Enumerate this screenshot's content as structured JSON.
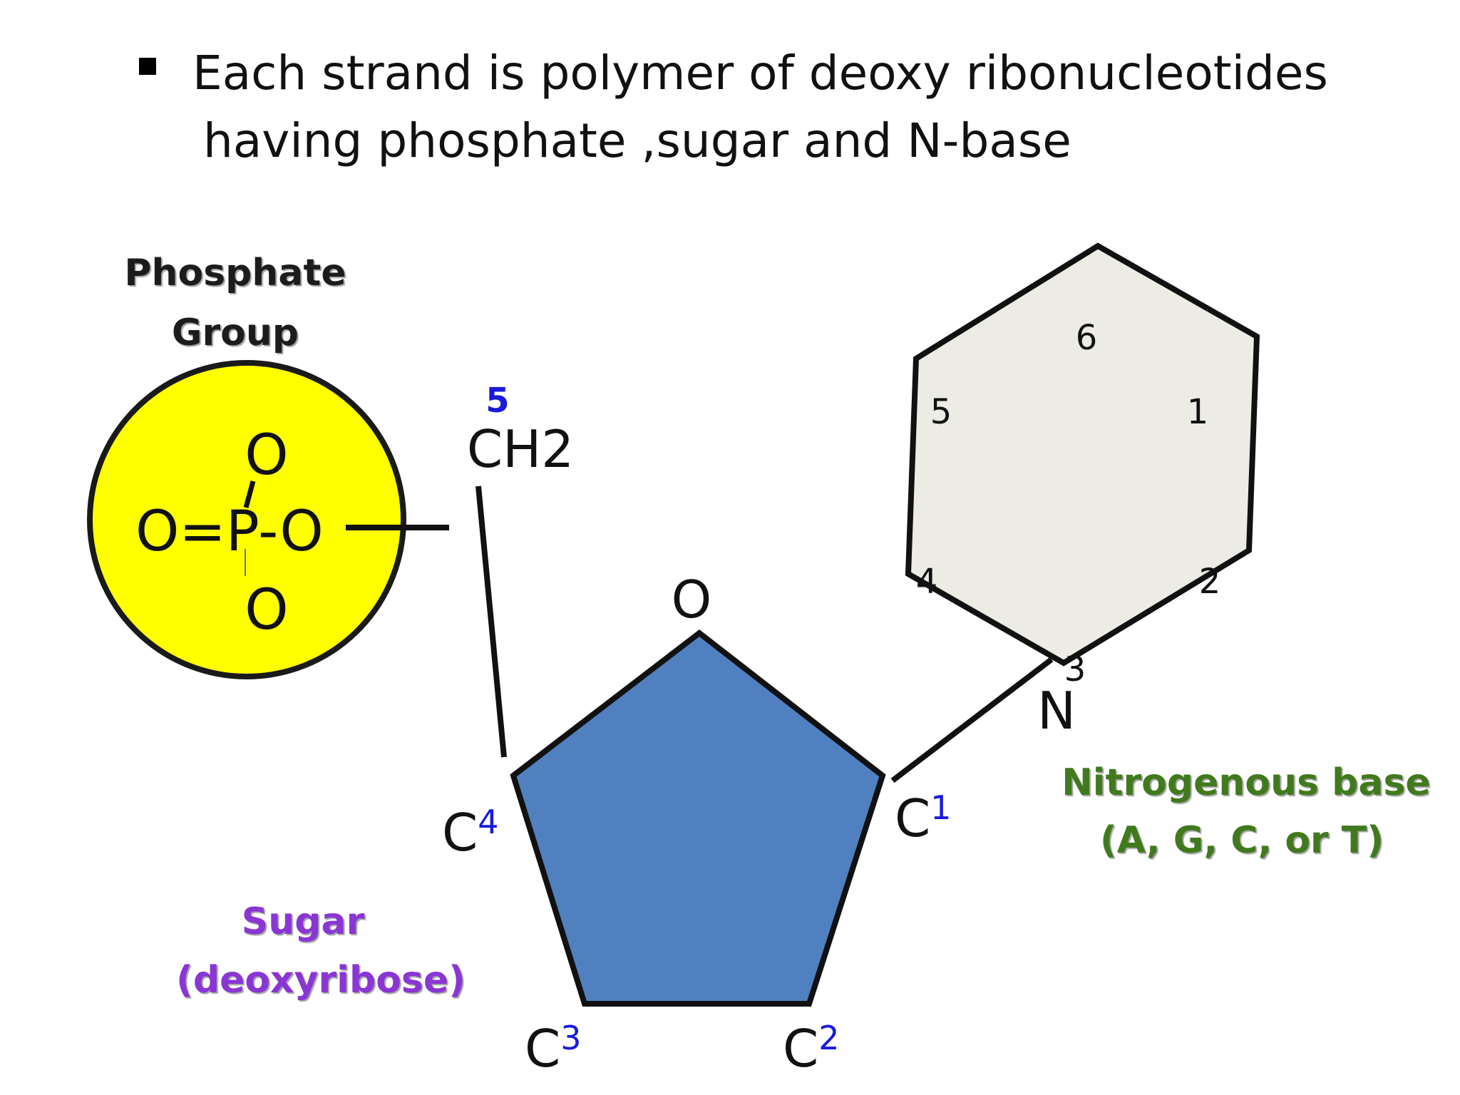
{
  "bullet": {
    "line1": "Each strand is polymer of deoxy ribonucleotides",
    "line2": "having phosphate ,sugar and N-base"
  },
  "phosphate": {
    "title_line1": "Phosphate",
    "title_line2": "Group",
    "top_o": "O",
    "formula_left": "O=P-O",
    "bottom_o": "O",
    "fill_color": "#ffff00"
  },
  "sugar": {
    "ring_oxygen": "O",
    "ch2_number": "5",
    "ch2": "CH2",
    "c4": "C",
    "c4_sup": "4",
    "c3": "C",
    "c3_sup": "3",
    "c2": "C",
    "c2_sup": "2",
    "c1": "C",
    "c1_sup": "1",
    "label_line1": "Sugar",
    "label_line2": "(deoxyribose)",
    "fill_color": "#5080c0",
    "label_color": "#8a35d4",
    "number_color": "#1a1adc"
  },
  "base": {
    "n_label": "N",
    "pos1": "1",
    "pos2": "2",
    "pos3": "3",
    "pos4": "4",
    "pos5": "5",
    "pos6": "6",
    "label_line1": "Nitrogenous base",
    "label_line2": "(A, G, C, or T)",
    "fill_color": "#ecebe4",
    "label_color": "#3f7a1c"
  }
}
